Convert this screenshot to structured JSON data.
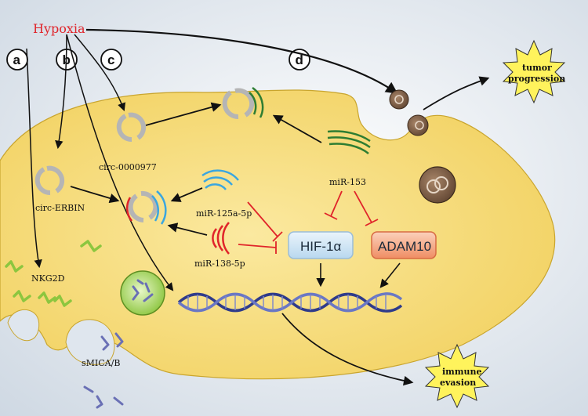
{
  "labels": {
    "hypoxia": "Hypoxia",
    "letter_a": "a",
    "letter_b": "b",
    "letter_c": "c",
    "letter_d": "d",
    "circ_0000977": "circ-0000977",
    "circ_erbin": "circ-ERBIN",
    "mir_153": "miR-153",
    "mir_125a": "miR-125a-5p",
    "mir_138": "miR-138-5p",
    "hif": "HIF-1α",
    "adam10": "ADAM10",
    "nkg2d": "NKG2D",
    "smica": "sMICA/B",
    "tumor_1": "tumor",
    "tumor_2": "progression",
    "immune_1": "immune",
    "immune_2": "evasion"
  },
  "colors": {
    "background": "#dfe6ee",
    "cell": "#f3d66a",
    "hypoxia_text": "#e0242a",
    "inhibit": "#e0242a",
    "mir153": "#2e7d32",
    "mir125": "#3aa6e0",
    "mir138": "#e0242a",
    "hif_box": "#cfe4f5",
    "adam_box": "#f3a07a",
    "ligand_green": "#8cc63f",
    "ligand_purple": "#7a7fbf",
    "star": "#fff35c",
    "exosome": "#8b6a4f"
  }
}
